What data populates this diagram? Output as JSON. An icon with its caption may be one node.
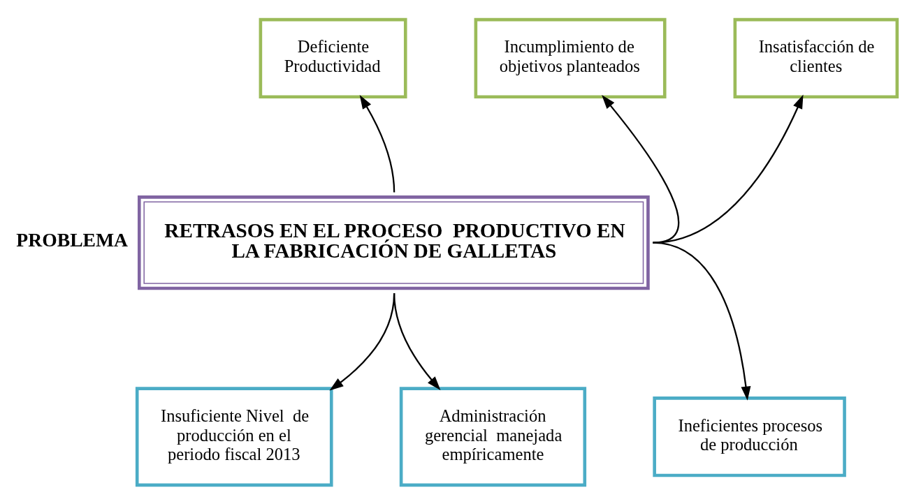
{
  "diagram": {
    "nodes": [
      {
        "text": [
          "Deficiente Productividad"
        ]
      },
      {
        "text": [
          "Incumplimiento de objetivos planteados"
        ]
      },
      {
        "text": [
          "Insatisfacción de clientes"
        ]
      },
      {
        "text": [
          "RETRASOS EN EL PROCESO  PRODUCTIVO EN LA FABRICACIÓN DE GALLETAS"
        ],
        "beside": [
          "PROBLEMA"
        ]
      },
      {
        "text": [
          "Insuficiente Nivel  de producción en el periodo fiscal 2013"
        ]
      },
      {
        "text": [
          "Administración gerencial  manejada empíricamente"
        ]
      },
      {
        "text": [
          "Ineficientes procesos de producción"
        ]
      }
    ],
    "edges": [
      {
        "from": 3,
        "to": 0,
        "arrow": "to"
      },
      {
        "from": 3,
        "to": 1,
        "arrow": "to"
      },
      {
        "from": 3,
        "to": 2,
        "arrow": "to"
      },
      {
        "from": 3,
        "to": 4,
        "arrow": "to"
      },
      {
        "from": 3,
        "to": 5,
        "arrow": "to"
      },
      {
        "from": 3,
        "to": 6,
        "arrow": "to"
      }
    ]
  }
}
